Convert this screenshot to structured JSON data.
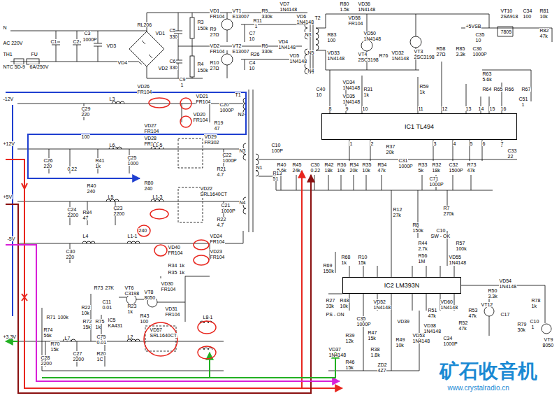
{
  "diagram": {
    "nodes": [
      {
        "text": [
          "IC1 TL494"
        ]
      },
      {
        "text": [
          "IC2 LM393N"
        ]
      }
    ],
    "labels": [
      "N",
      "AC 220V",
      "TH1",
      "NTC 5D-9",
      "FU",
      "6A/250V",
      "C1",
      "C2",
      "C3",
      "1000P",
      "VD3",
      "VD4",
      "RL206",
      "VD1",
      "VD2",
      "C5",
      "330",
      "C6",
      "330",
      "R3",
      "150k",
      "R4",
      "150k",
      "VD1",
      "FR104",
      "VT1",
      "E13007",
      "R9",
      "27Ω",
      "R11",
      "1",
      "R5",
      "330k",
      "VD7",
      "1N4148",
      "VD6",
      "1N4148",
      "C7",
      "10",
      "T2",
      "N3",
      "N5",
      "N4",
      "VD2",
      "FR104",
      "VT2",
      "E13007",
      "R10",
      "27Ω",
      "R26",
      "R6",
      "330k",
      "VD4",
      "1N4148",
      "VD5",
      "1N4148",
      "C4",
      "10",
      "C9",
      "1",
      "R80",
      "1.5k",
      "VD36",
      "1N4148",
      "VD58",
      "FR104",
      "R83",
      "100",
      "VD50",
      "1N4148",
      "VT4",
      "2SC3198",
      "VD33",
      "1N4148",
      "R76",
      "VD32",
      "1N4148",
      "VT3",
      "2SC3198",
      "R58",
      "27Ω",
      "R85",
      "3.3k",
      "C36",
      "1000P",
      "VD34",
      "1N4148",
      "VD35",
      "1N4148",
      "R31",
      "1k",
      "R59",
      "1k",
      "C40",
      "10",
      "+5VSB",
      "C35",
      "10",
      "7805",
      "VT10",
      "2SA918",
      "C34",
      "100",
      "R81",
      "10k",
      "R82",
      "47k",
      "R63",
      "5.6k",
      "R64",
      "R65",
      "R66",
      "R67",
      "C51",
      "1",
      "8",
      "9",
      "10",
      "11",
      "12",
      "13",
      "14",
      "15",
      "16",
      "1",
      "2",
      "3",
      "4",
      "5",
      "6",
      "7",
      "R40",
      "5.6k",
      "R45",
      "24k",
      "C30",
      "0.22",
      "R42",
      "18k",
      "R36",
      "10k",
      "R34",
      "20k",
      "R35",
      "10k",
      "R54",
      "47k",
      "R37",
      "20k",
      "C31",
      "1000P",
      "R33",
      "5k",
      "R32",
      "18k",
      "C32",
      "1500P",
      "R73",
      "47k",
      "C33",
      "22",
      "C71",
      "1000P",
      "R12",
      "27k",
      "R8",
      "150k",
      "C10",
      "R7",
      "270k",
      "R44",
      "2.7k",
      "SW - OK",
      "R56",
      "1M",
      "R57",
      "100k",
      "VD55",
      "1N4148",
      "R68",
      "1k",
      "R69",
      "150k",
      "R10",
      "15k",
      "R27",
      "33k",
      "PS - ON",
      "R48",
      "10k",
      "C35",
      "1000P",
      "VD52",
      "1N4148",
      "VD39",
      "R47",
      "15k",
      "R49",
      "10k",
      "VD53",
      "1N4148",
      "R51",
      "47k",
      "VD60",
      "1N4148",
      "VD38",
      "1N4148",
      "C34",
      "1000P",
      "R52",
      "47k",
      "R53",
      "47k",
      "R50",
      "3.3k",
      "VT12",
      "VD54",
      "1N4148",
      "C17",
      "R78",
      "1k",
      "R79",
      "30k",
      "C10",
      "1",
      "VT9",
      "8050",
      "R39",
      "12k",
      "VD37",
      "1N4148",
      "R38",
      "1.8k",
      "R46",
      "15k",
      "ZD2",
      "4Z7",
      "-12V",
      "VD26",
      "FR104",
      "L3",
      "C29",
      "220",
      "VD21",
      "FR104",
      "VD20",
      "FR104",
      "C20",
      "1000P",
      "R19",
      "47",
      "T1",
      "N2",
      "VD27",
      "FR104",
      "VD28",
      "FR104",
      "100",
      "C26",
      "220",
      "0.22",
      "R41",
      "1k",
      "L6",
      "L1-5",
      "C25",
      "1000",
      "VD29",
      "FR302",
      "C22",
      "1000P",
      "R21",
      "4.7",
      "N3",
      "+12V",
      "N1",
      "C10",
      "100P",
      "R13",
      "51",
      "R40",
      "240",
      "R80",
      "240",
      "+5V",
      "C24",
      "2200",
      "R84",
      "47",
      "L5",
      "C23",
      "2200",
      "L1-3",
      "VD22",
      "SRL1640CT",
      "C21",
      "1000P",
      "R22",
      "4.7",
      "N4",
      "240",
      "-5V",
      "C30",
      "220",
      "L4",
      "L1-1",
      "VD40",
      "FR104",
      "VD24",
      "FR104",
      "VD23",
      "FR104",
      "R34",
      "1k",
      "R35",
      "1k",
      "R73",
      "27K",
      "VT6",
      "C3198",
      "VT8",
      "8050",
      "VD30",
      "FR104",
      "VD31",
      "FR104",
      "R22",
      "10k",
      "C11",
      "0.01",
      "R23",
      "1k",
      "R43",
      "100",
      "R71",
      "100k",
      "R72",
      "15k",
      "R75",
      "1k",
      "IC5",
      "KA431",
      "VD57",
      "SRL1640CT",
      "L8-1",
      "+3.3V",
      "R74",
      "56k",
      "R70",
      "15k",
      "L7",
      "C75",
      "0.01",
      "L2",
      "C27",
      "2200",
      "R20",
      "1C",
      "C28",
      "2200",
      "矿石收音机",
      "www.crystalradio.cn"
    ]
  }
}
